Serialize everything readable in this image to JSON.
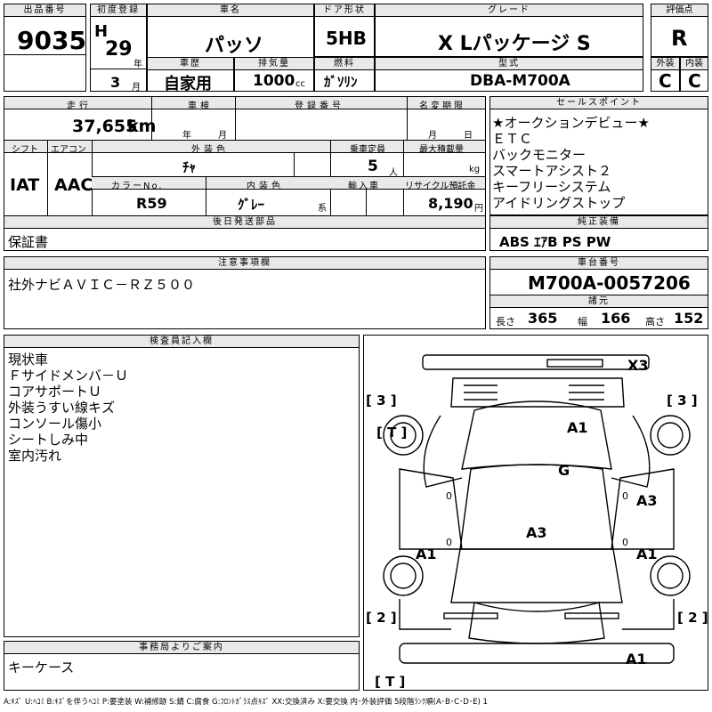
{
  "headers": {
    "lot_no": "出品番号",
    "first_reg": "初度登録",
    "car_name": "車名",
    "door": "ドア形状",
    "grade": "グレード",
    "score": "評価点",
    "history": "車歴",
    "displacement": "排気量",
    "fuel": "燃料",
    "model": "型式",
    "exterior": "外装",
    "interior": "内装",
    "mileage": "走行",
    "inspection": "車検",
    "reg_no": "登録番号",
    "name_change": "名変期限",
    "shift": "シフト",
    "aircon": "エアコン",
    "ext_color": "外装色",
    "capacity": "乗車定員",
    "max_load": "最大積載量",
    "color_no": "カラーNo.",
    "int_color": "内装色",
    "import": "輸入車",
    "recycle": "リサイクル預託金",
    "later_parts": "後日発送部品",
    "sales_point": "セールスポイント",
    "genuine": "純正装備",
    "notes": "注意事項欄",
    "chassis_no": "車台番号",
    "specs": "諸元",
    "inspector": "検査員記入欄",
    "office": "事務局よりご案内"
  },
  "vehicle": {
    "lot_no": "9035",
    "era": "H",
    "year": "29",
    "year_unit": "年",
    "month": "3",
    "month_unit": "月",
    "name": "パッソ",
    "door": "5HB",
    "grade": "X Lパッケージ S",
    "score": "R",
    "history": "自家用",
    "displacement": "1000",
    "cc": "cc",
    "fuel": "ｶﾞｿﾘﾝ",
    "model": "DBA-M700A",
    "ext_grade": "C",
    "int_grade": "C",
    "mileage": "37,655",
    "km": "km",
    "insp_year_unit": "年",
    "insp_month_unit": "月",
    "nc_month_unit": "月",
    "nc_day_unit": "日",
    "shift": "IAT",
    "aircon": "AAC",
    "ext_color": "ﾁｬ",
    "capacity": "5",
    "person_unit": "人",
    "kg": "kg",
    "color_no": "R59",
    "int_color": "ｸﾞﾚｰ",
    "int_suffix": "系",
    "recycle": "8,190",
    "yen": "円",
    "later_parts": "保証書",
    "chassis_no": "M700A-0057206",
    "length_label": "長さ",
    "length": "365",
    "width_label": "幅",
    "width": "166",
    "height_label": "高さ",
    "height": "152",
    "notes": "社外ナビＡＶＩＣ－ＲＺ５００",
    "office": "キーケース",
    "genuine": "ABS ｴｱB PS PW"
  },
  "sales_points": [
    "★オークションデビュー★",
    "ＥＴＣ",
    "バックモニター",
    "スマートアシスト２",
    "キーフリーシステム",
    "アイドリングストップ"
  ],
  "inspector_notes": [
    "現状車",
    "Ｆサイドメンバ－Ｕ",
    "コアサポートＵ",
    "外装うすい線キズ",
    "コンソール傷小",
    "シートしみ中",
    "室内汚れ"
  ],
  "diagram_marks": {
    "x3": "X3",
    "a1_top": "A1",
    "g": "G",
    "a3_right": "A3",
    "a3_center": "A3",
    "a1_left": "A1",
    "a1_right": "A1",
    "a1_bottom": "A1",
    "b3_left": "[ 3 ]",
    "b3_right": "[ 3 ]",
    "bt_left": "[ T ]",
    "b2_left": "[ 2 ]",
    "b2_right": "[ 2 ]",
    "bt_bottom": "[ T ]",
    "zero_left": "0",
    "zero_right": "0",
    "zero_left2": "0",
    "zero_right2": "0"
  },
  "legend": "A:ｷｽﾞ U:ﾍｺﾐ B:ｷｽﾞを伴うﾍｺﾐ P:要塗装 W:補修跡 S:錆 C:腐食 G:ﾌﾛﾝﾄｶﾞﾗｽ点ｷｽﾞ XX:交換済み X:要交換 内･外装評価 5段階ﾗﾝｸ順(A･B･C･D･E) 1"
}
